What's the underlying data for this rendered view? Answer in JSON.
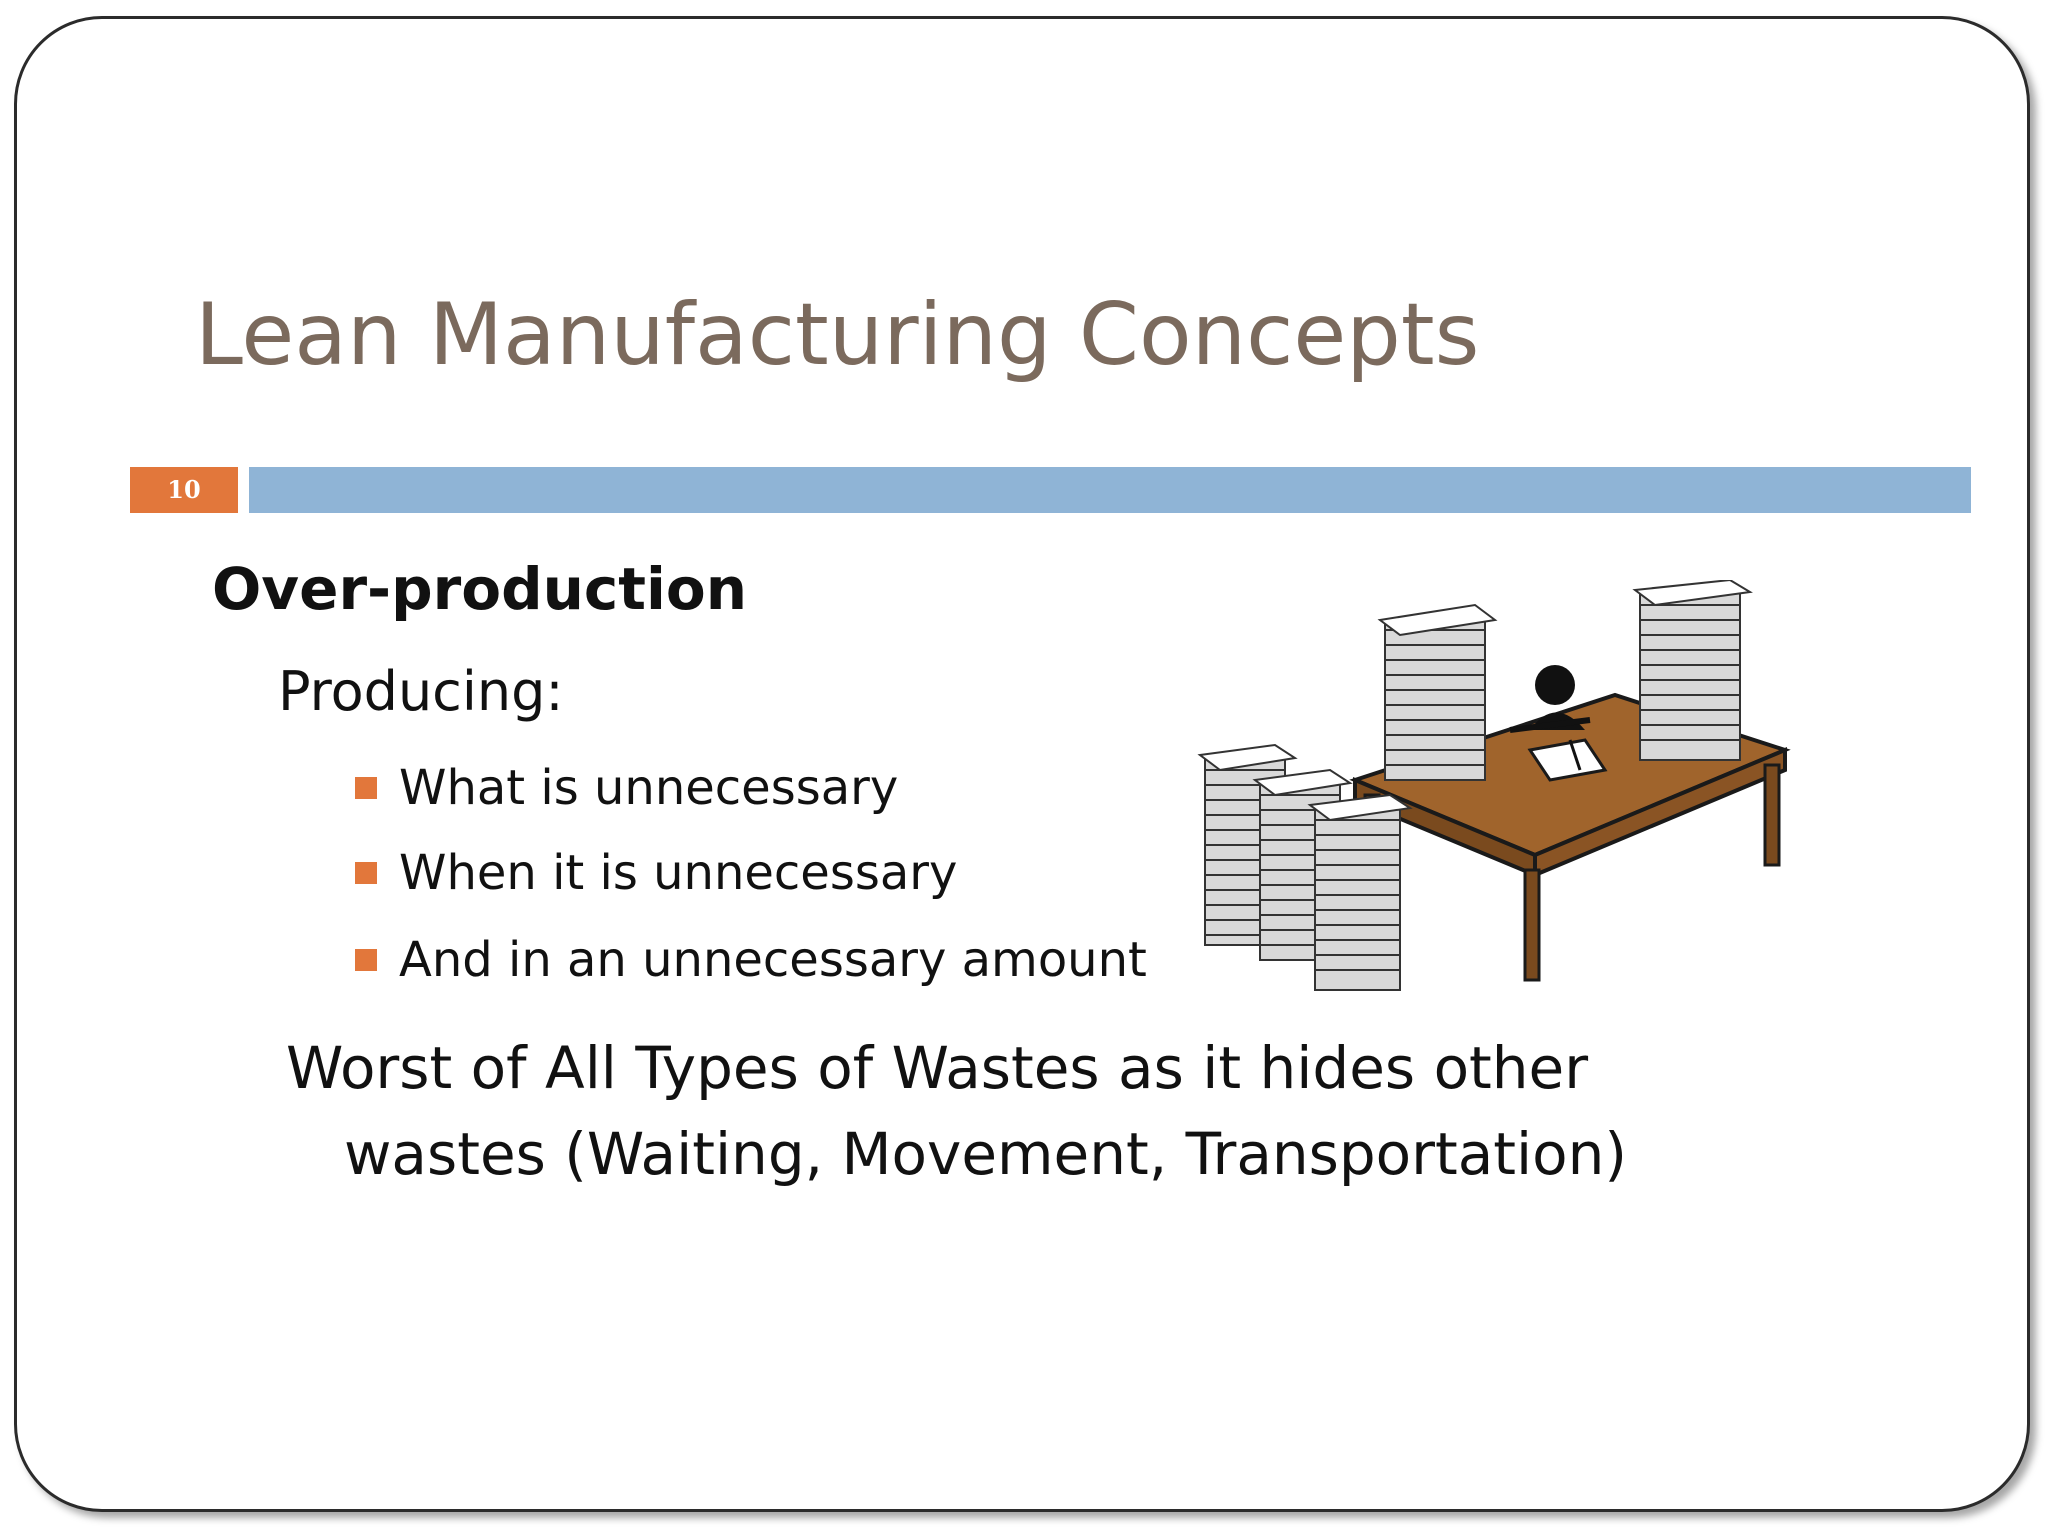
{
  "slide": {
    "title": "Lean Manufacturing Concepts",
    "number": "10",
    "heading": "Over-production",
    "subheading": "Producing:",
    "bullets": [
      "What is unnecessary",
      "When it is unnecessary",
      "And in an unnecessary amount"
    ],
    "conclusion_line1": "Worst of All Types of Wastes as it hides other",
    "conclusion_line2": "wastes (Waiting, Movement, Transportation)",
    "illustration_icon": "desk-with-paper-stacks-icon"
  },
  "colors": {
    "title": "#7b6a5d",
    "accent": "#e2773b",
    "rule": "#8fb4d6",
    "desk": "#a0642c"
  }
}
